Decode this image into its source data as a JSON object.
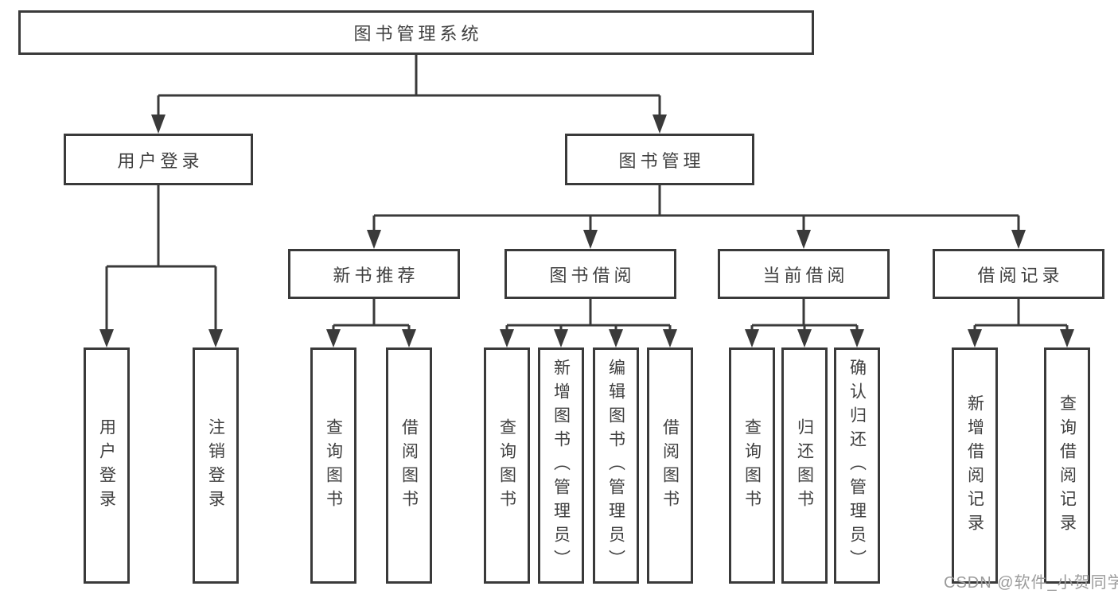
{
  "colors": {
    "line": "#3a3a3a",
    "text": "#3f3f3f",
    "box_background": "#ffffff",
    "watermark_text": "#9b9b9b"
  },
  "watermark": "CSDN @软件_小贺同学",
  "tree": {
    "root": {
      "label": "图书管理系统"
    },
    "branches": [
      {
        "label": "用户登录",
        "children": [
          {
            "label": "用户登录"
          },
          {
            "label": "注销登录"
          }
        ]
      },
      {
        "label": "图书管理",
        "children": [
          {
            "label": "新书推荐",
            "children": [
              {
                "label": "查询图书"
              },
              {
                "label": "借阅图书"
              }
            ]
          },
          {
            "label": "图书借阅",
            "children": [
              {
                "label": "查询图书"
              },
              {
                "label": "新增图书（管理员）"
              },
              {
                "label": "编辑图书（管理员）"
              },
              {
                "label": "借阅图书"
              }
            ]
          },
          {
            "label": "当前借阅",
            "children": [
              {
                "label": "查询图书"
              },
              {
                "label": "归还图书"
              },
              {
                "label": "确认归还（管理员）"
              }
            ]
          },
          {
            "label": "借阅记录",
            "children": [
              {
                "label": "新增借阅记录"
              },
              {
                "label": "查询借阅记录"
              }
            ]
          }
        ]
      }
    ]
  }
}
